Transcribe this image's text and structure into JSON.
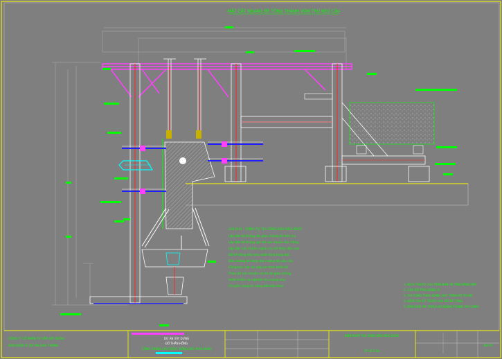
{
  "drawing": {
    "title": "MẶT CẮT NGANG BÊ TÔNG THÀNH VÒM TRỤ NEO CẦU",
    "note_header": "GHI CHÚ : TRÌNH TỰ THI CÔNG ĐẦU NEO DƯỚI",
    "note_lines": [
      "Lắp đặt hệ thống đà giáo chống đỡ trên trụ",
      "Lắp đặt hệ thống giá đỡ ván khuôn đúc hẫng",
      "Lắp đặt ván khuôn ngoài và cốt thép đầu neo",
      "Đổ bê tông đầu neo dưới theo từng đợt",
      "Bảo dưỡng bê tông đạt cường độ yêu cầu",
      "Căng kéo cáp dự ứng lực theo thiết kế",
      "Tháo dỡ ván khuôn và hệ đà giáo chống",
      "Hoàn thiện và nghiệm thu hạng mục",
      "Chuyển sang thi công đốt tiếp theo"
    ],
    "right_note_lines": [
      "1. KÍCH THƯỚC GHI TRÊN BẢN VẼ TÍNH BẰNG MM",
      "2. CAO ĐỘ TÍNH BẰNG M",
      "3. THI CÔNG THEO ĐÚNG QUY TRÌNH KỸ THUẬT",
      "4. KIỂM TRA KỸ TRƯỚC KHI ĐỔ BÊ TÔNG",
      "5. ĐẢM BẢO AN TOÀN LAO ĐỘNG TRONG THI CÔNG"
    ]
  },
  "title_block": {
    "left_company": "CÔNG TY CỔ PHẦN TƯ VẤN XÂY DỰNG",
    "left_sub": "BAN QUẢN LÝ DỰ ÁN GIAO THÔNG",
    "project_header": "DỰ ÁN XÂY DỰNG",
    "project_name": "ĐỒ THẦN HỒNG",
    "project_item": "CÔNG TRÌNH CẦU VƯỢT SÔNG (BỜ PHÍA NAM)",
    "sheet_title": "BIỆN PHÁP THI CÔNG ĐẦU NEO DƯỚI",
    "sheet_sub": "TỶ LỆ 1:50",
    "sheet_no": "BV-07"
  },
  "colors": {
    "background": "#7f7f7f",
    "frame": "#ffff00",
    "annotation": "#00ff00",
    "steel_magenta": "#ff40ff",
    "member_red": "#ff2020",
    "bolt_blue": "#2020ff",
    "cyan": "#00ffff",
    "white": "#ffffff"
  }
}
